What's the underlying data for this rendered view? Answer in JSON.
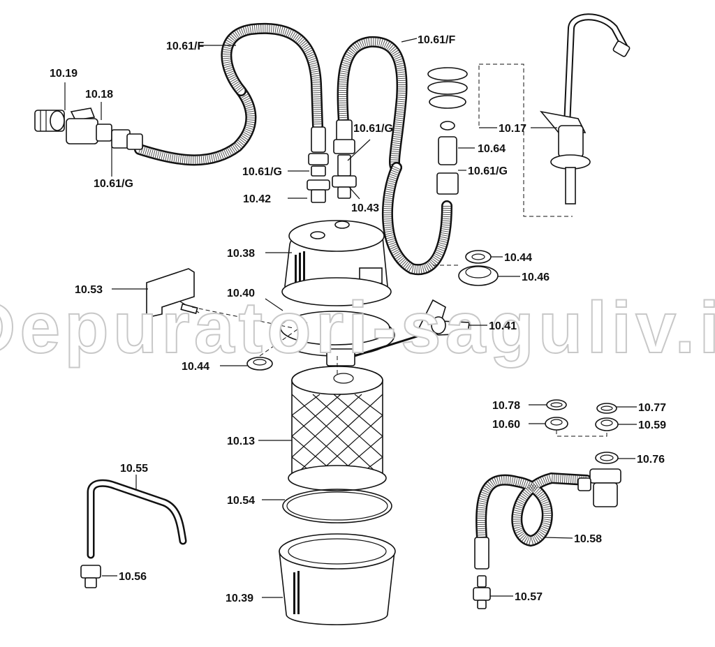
{
  "watermark": "Depuratori-saguliv.it",
  "labels": {
    "p10_61F_a": "10.61/F",
    "p10_61F_b": "10.61/F",
    "p10_19": "10.19",
    "p10_18": "10.18",
    "p10_61G_a": "10.61/G",
    "p10_61G_b": "10.61/G",
    "p10_61G_c": "10.61/G",
    "p10_61G_d": "10.61/G",
    "p10_17": "10.17",
    "p10_64": "10.64",
    "p10_42": "10.42",
    "p10_43": "10.43",
    "p10_38": "10.38",
    "p10_44_a": "10.44",
    "p10_46": "10.46",
    "p10_53": "10.53",
    "p10_40": "10.40",
    "p10_41": "10.41",
    "p10_44_b": "10.44",
    "p10_78": "10.78",
    "p10_77": "10.77",
    "p10_60": "10.60",
    "p10_59": "10.59",
    "p10_13": "10.13",
    "p10_76": "10.76",
    "p10_55": "10.55",
    "p10_54": "10.54",
    "p10_58": "10.58",
    "p10_56": "10.56",
    "p10_57": "10.57",
    "p10_39": "10.39"
  }
}
